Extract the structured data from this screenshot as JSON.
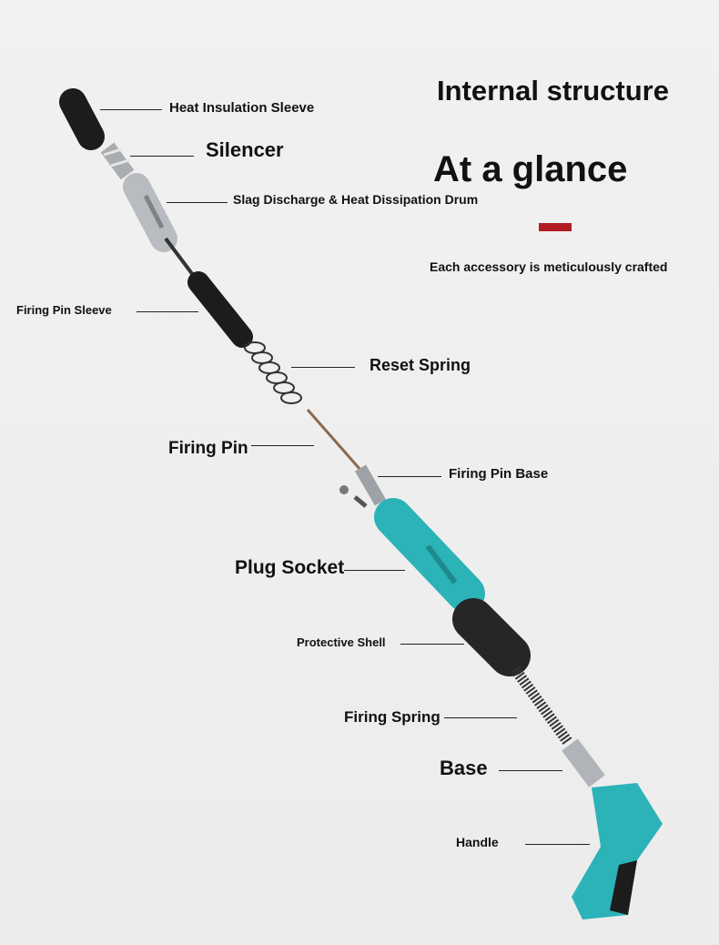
{
  "header": {
    "title": "Internal structure",
    "subtitle": "At a glance",
    "tagline": "Each accessory is meticulously crafted",
    "accent_color": "#b01c22"
  },
  "parts": [
    {
      "label": "Heat Insulation Sleeve"
    },
    {
      "label": "Silencer"
    },
    {
      "label": "Slag Discharge & Heat Dissipation Drum"
    },
    {
      "label": "Firing Pin Sleeve"
    },
    {
      "label": "Reset Spring"
    },
    {
      "label": "Firing Pin"
    },
    {
      "label": "Firing Pin Base"
    },
    {
      "label": "Plug Socket"
    },
    {
      "label": "Protective Shell"
    },
    {
      "label": "Firing Spring"
    },
    {
      "label": "Base"
    },
    {
      "label": "Handle"
    }
  ],
  "colors": {
    "teal": "#2bb3b8",
    "black": "#1c1c1c",
    "silver": "#b8bcc0"
  }
}
